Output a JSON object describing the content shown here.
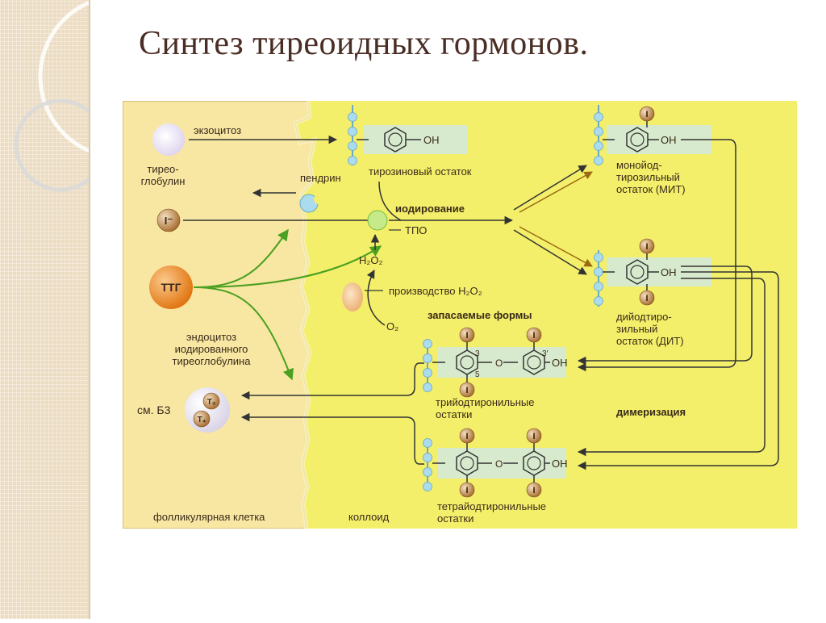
{
  "title": "Синтез тиреоидных гормонов.",
  "diagram": {
    "labels": {
      "exocytosis": "экзоцитоз",
      "thyroglobulin_1": "тирео-",
      "thyroglobulin_2": "глобулин",
      "pendrin": "пендрин",
      "tyrosine_residue": "тирозиновый остаток",
      "iodide": "I⁻",
      "iodination": "иодирование",
      "tpo": "ТПО",
      "h2o2": "H₂O₂",
      "h2o2_production": "производство H₂O₂",
      "o2": "O₂",
      "ttg": "ТТГ",
      "endocytosis_1": "эндоцитоз",
      "endocytosis_2": "иодированного",
      "endocytosis_3": "тиреоглобулина",
      "see_b3": "см. Б3",
      "t3": "T₃",
      "t4": "T₄",
      "mit_1": "монойод-",
      "mit_2": "тирозильный",
      "mit_3": "остаток (МИТ)",
      "dit_1": "дийодтиро-",
      "dit_2": "зильный",
      "dit_3": "остаток (ДИТ)",
      "storage_forms": "запасаемые формы",
      "triiodo_1": "трийодтиронильные",
      "triiodo_2": "остатки",
      "tetraiodo_1": "тетрайодтиронильные",
      "tetraiodo_2": "остатки",
      "dimerization": "димеризация",
      "follicular_cell": "фолликулярная клетка",
      "colloid": "коллоид",
      "oh": "OH",
      "i": "I",
      "pos3": "3",
      "pos5": "5",
      "pos3p": "3′"
    },
    "colors": {
      "cell": "#f7e7a2",
      "colloid": "#f3ef6a",
      "membrane": "#f7e59c",
      "arrow_dark": "#333333",
      "arrow_green": "#4aa020",
      "arrow_brown": "#9a6a10",
      "iodine": "#b57a3c",
      "bead": "#aadbee",
      "ttg": "#f08a1e",
      "title": "#4a2d24"
    }
  }
}
